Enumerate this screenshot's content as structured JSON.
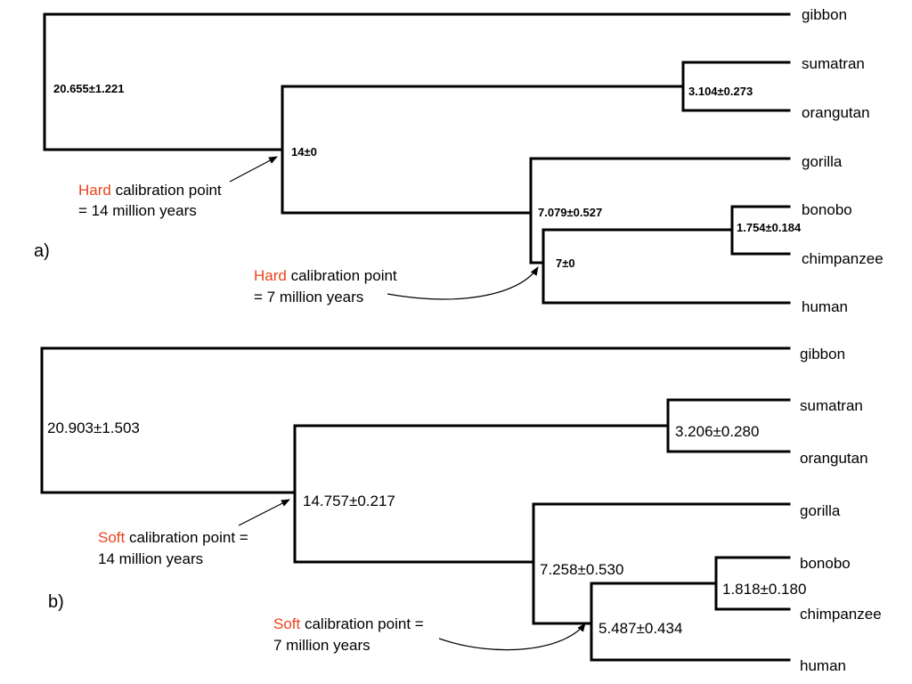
{
  "accent_color": "#e8441e",
  "panel_a": {
    "label": "a)",
    "leaves": {
      "gibbon": "gibbon",
      "sumatran": "sumatran",
      "orangutan": "orangutan",
      "gorilla": "gorilla",
      "bonobo": "bonobo",
      "chimpanzee": "chimpanzee",
      "human": "human"
    },
    "nodes": {
      "root": "20.655±1.221",
      "orangutan_clade": "3.104±0.273",
      "great_ape": "14±0",
      "african_ape": "7.079±0.527",
      "homo_pan": "7±0",
      "pan": "1.754±0.184"
    },
    "callout_1": {
      "word": "Hard",
      "line1_rest": " calibration point",
      "line2": "= 14 million years"
    },
    "callout_2": {
      "word": "Hard",
      "line1_rest": " calibration point",
      "line2": "= 7 million years"
    }
  },
  "panel_b": {
    "label": "b)",
    "leaves": {
      "gibbon": "gibbon",
      "sumatran": "sumatran",
      "orangutan": "orangutan",
      "gorilla": "gorilla",
      "bonobo": "bonobo",
      "chimpanzee": "chimpanzee",
      "human": "human"
    },
    "nodes": {
      "root": "20.903±1.503",
      "orangutan_clade": "3.206±0.280",
      "great_ape": "14.757±0.217",
      "african_ape": "7.258±0.530",
      "homo_pan": "5.487±0.434",
      "pan": "1.818±0.180"
    },
    "callout_1": {
      "word": "Soft",
      "line1_rest": " calibration point =",
      "line2": "14 million years"
    },
    "callout_2": {
      "word": "Soft",
      "line1_rest": " calibration point =",
      "line2": "7 million years"
    }
  }
}
